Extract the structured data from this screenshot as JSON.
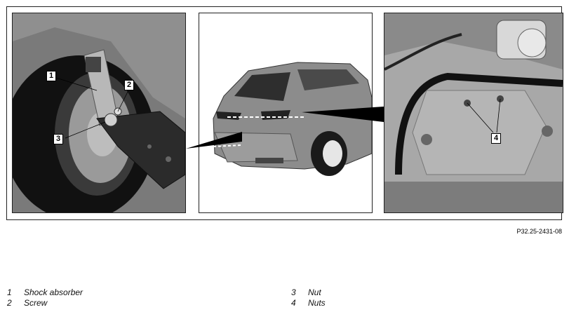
{
  "figure_ref": "P32.25-2431-08",
  "callouts": {
    "c1": "1",
    "c2": "2",
    "c3": "3",
    "c4": "4"
  },
  "legend": {
    "left": [
      {
        "num": "1",
        "label": "Shock absorber"
      },
      {
        "num": "2",
        "label": "Screw"
      }
    ],
    "right": [
      {
        "num": "3",
        "label": "Nut"
      },
      {
        "num": "4",
        "label": "Nuts"
      }
    ]
  }
}
